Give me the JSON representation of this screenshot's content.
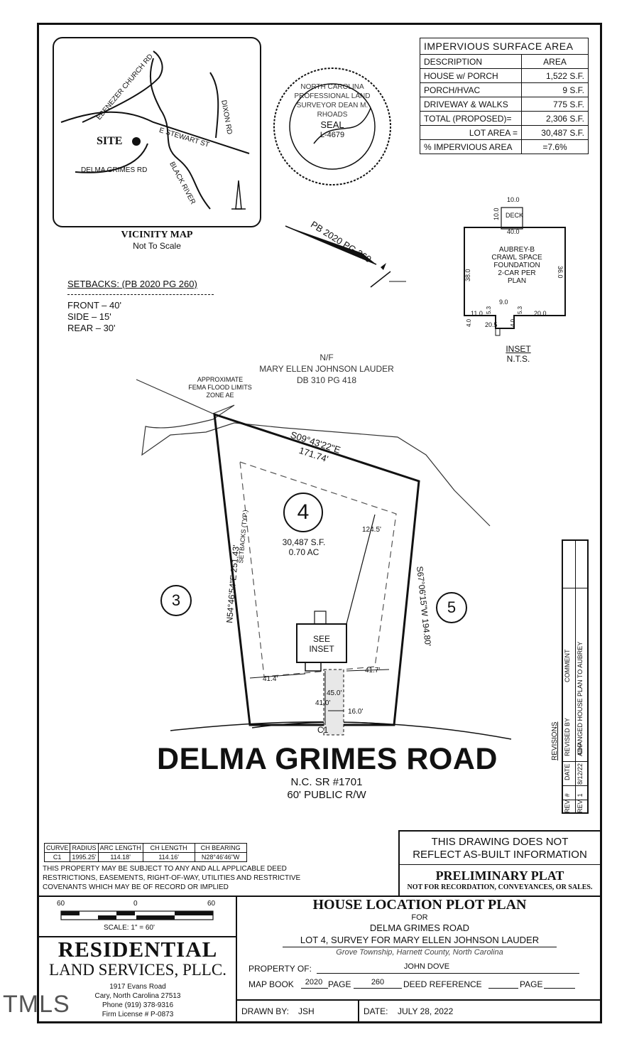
{
  "watermark": "TMLS",
  "vicinity": {
    "title": "VICINITY MAP",
    "subtitle": "Not To Scale",
    "roads": {
      "ebenezer": "EBENEZER CHURCH RD",
      "dixon": "DIXON RD",
      "stewart": "E STEWART ST",
      "delma": "DELMA GRIMES RD",
      "river": "BLACK RIVER",
      "site": "SITE"
    }
  },
  "seal": {
    "ring": "NORTH CAROLINA PROFESSIONAL LAND SURVEYOR DEAN M. RHOADS",
    "center": "SEAL",
    "number": "L-4679"
  },
  "impervious": {
    "title": "IMPERVIOUS SURFACE AREA",
    "header": [
      "DESCRIPTION",
      "AREA"
    ],
    "rows": [
      {
        "label": "HOUSE w/ PORCH",
        "value": "1,522 S.F."
      },
      {
        "label": "PORCH/HVAC",
        "value": "9 S.F."
      },
      {
        "label": "DRIVEWAY & WALKS",
        "value": "775 S.F."
      },
      {
        "label": "TOTAL (PROPOSED)=",
        "value": "2,306 S.F."
      },
      {
        "label": "LOT AREA =",
        "value": "30,487 S.F."
      },
      {
        "label": "% IMPERVIOUS AREA",
        "value": "=7.6%"
      }
    ]
  },
  "plat_ref": "PB 2020 PG 260",
  "setbacks": {
    "title": "SETBACKS: (PB 2020 PG 260)",
    "items": [
      "FRONT – 40'",
      "SIDE – 15'",
      "REAR – 30'"
    ]
  },
  "inset": {
    "deck_label": "DECK",
    "deck_w": "10.0",
    "deck_d": "10.0",
    "width": "40.0",
    "left_depth": "38.0",
    "right_depth": "36.0",
    "plan": "AUBREY-B CRAWL SPACE FOUNDATION 2-CAR PER PLAN",
    "d_11": "11.0",
    "d_9": "9.0",
    "d_20": "20.0",
    "d_205": "20.5",
    "d_5a": "5.3",
    "d_5b": "5.3",
    "d_4a": "4.0",
    "d_4b": "4.0",
    "title": "INSET",
    "subtitle": "N.T.S."
  },
  "neighbor": {
    "nf": "N/F",
    "name": "MARY ELLEN JOHNSON LAUDER",
    "deed": "DB 310 PG 418"
  },
  "fema": [
    "APPROXIMATE",
    "FEMA FLOOD LIMITS",
    "ZONE AE"
  ],
  "lot": {
    "number": "4",
    "area_sf": "30,487 S.F.",
    "area_ac": "0.70 AC",
    "rear_bearing": "S09°43'22\"E",
    "rear_dist": "171.74'",
    "left_line": "N54°46'54\"E   251.43'",
    "right_line": "S67°06'15\"W   194.80'",
    "setbacks_note": "SETBACKS (TYP.)",
    "d_rear": "124.5'",
    "d_left": "41.4'",
    "d_right": "41.7'",
    "d_front1": "45.0'",
    "d_front2": "41.0'",
    "d_drive": "16.0'",
    "see_inset": "SEE INSET",
    "curve": "C1",
    "lot_left": "3",
    "lot_right": "5"
  },
  "road": {
    "name": "DELMA GRIMES ROAD",
    "sr": "N.C. SR #1701",
    "row": "60' PUBLIC R/W"
  },
  "revisions": {
    "title": "REVISIONS",
    "header": [
      "REV. #",
      "DATE",
      "REVISED BY",
      "COMMENT"
    ],
    "rows": [
      [
        "REV. 1",
        "8/12/22",
        "ADP",
        "CHANGED HOUSE PLAN TO AUBREY"
      ]
    ]
  },
  "curve_table": {
    "header": [
      "CURVE",
      "RADIUS",
      "ARC LENGTH",
      "CH LENGTH",
      "CH BEARING"
    ],
    "rows": [
      [
        "C1",
        "1995.25'",
        "114.18'",
        "114.16'",
        "N28°46'46\"W"
      ]
    ]
  },
  "disclaimer": "THIS PROPERTY MAY BE SUBJECT TO ANY AND ALL APPLICABLE DEED RESTRICTIONS, EASEMENTS, RIGHT-OF-WAY, UTILITIES AND RESTRICTIVE COVENANTS WHICH MAY BE OF RECORD OR IMPLIED",
  "notice": {
    "line1": "THIS DRAWING DOES NOT",
    "line2": "REFLECT AS-BUILT INFORMATION",
    "prelim": "PRELIMINARY PLAT",
    "prelim_sub": "NOT FOR RECORDATION, CONVEYANCES, OR SALES."
  },
  "scale": {
    "left": "60",
    "mid": "0",
    "right": "60",
    "text": "SCALE: 1\" = 60'"
  },
  "firm": {
    "name1": "RESIDENTIAL",
    "name2": "LAND SERVICES, PLLC.",
    "address": "1917 Evans Road",
    "city": "Cary, North Carolina 27513",
    "phone": "Phone (919) 378-9316",
    "license": "Firm License # P-0873"
  },
  "title_block": {
    "title": "HOUSE LOCATION PLOT PLAN",
    "for": "FOR",
    "road": "DELMA GRIMES ROAD",
    "lot": "LOT 4, SURVEY FOR MARY ELLEN JOHNSON LAUDER",
    "location": "Grove Township, Harnett County, North Carolina",
    "property_label": "PROPERTY OF:",
    "property_value": "JOHN DOVE",
    "mapbook_label": "MAP BOOK",
    "mapbook_value": "2020",
    "page_label": "PAGE",
    "page_value": "260",
    "deed_label": "DEED REFERENCE",
    "deed_page_label": "PAGE",
    "drawn_label": "DRAWN BY:",
    "drawn_value": "JSH",
    "date_label": "DATE:",
    "date_value": "JULY 28, 2022"
  }
}
